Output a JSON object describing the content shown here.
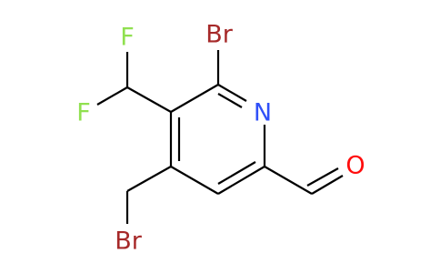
{
  "molecule": {
    "atoms": {
      "f_top": {
        "label": "F",
        "color": "#90e050"
      },
      "f_left": {
        "label": "F",
        "color": "#90e050"
      },
      "br_top": {
        "label": "Br",
        "color": "#a62929"
      },
      "n_ring": {
        "label": "N",
        "color": "#3050f8"
      },
      "o_aldehyde": {
        "label": "O",
        "color": "#ff0d0d"
      },
      "br_bottom": {
        "label": "Br",
        "color": "#a62929"
      }
    },
    "bond_color": "#000000"
  }
}
